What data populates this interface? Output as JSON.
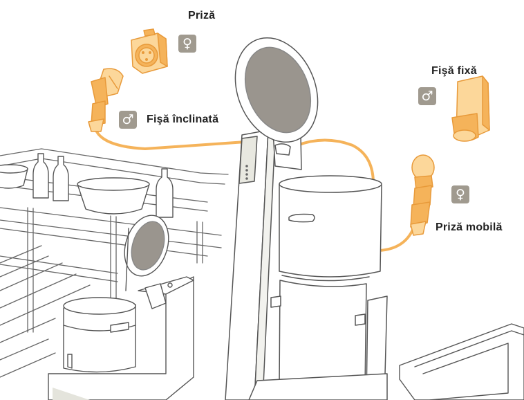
{
  "colors": {
    "accent": "#f5b35a",
    "accent_light": "#fcd79a",
    "accent_dark": "#e89a3a",
    "line": "#555555",
    "badge": "#a09a8f"
  },
  "labels": {
    "socket": "Priză",
    "angled_plug": "Fişă înclinată",
    "fixed_plug": "Fişă fixă",
    "mobile_socket": "Priză mobilă"
  },
  "symbols": {
    "female": "♀",
    "male": "♂"
  },
  "icons": {
    "socket": "wall-socket-icon",
    "angled_plug": "angled-plug-icon",
    "fixed_plug": "fixed-inlet-icon",
    "mobile_socket": "mobile-socket-icon"
  }
}
